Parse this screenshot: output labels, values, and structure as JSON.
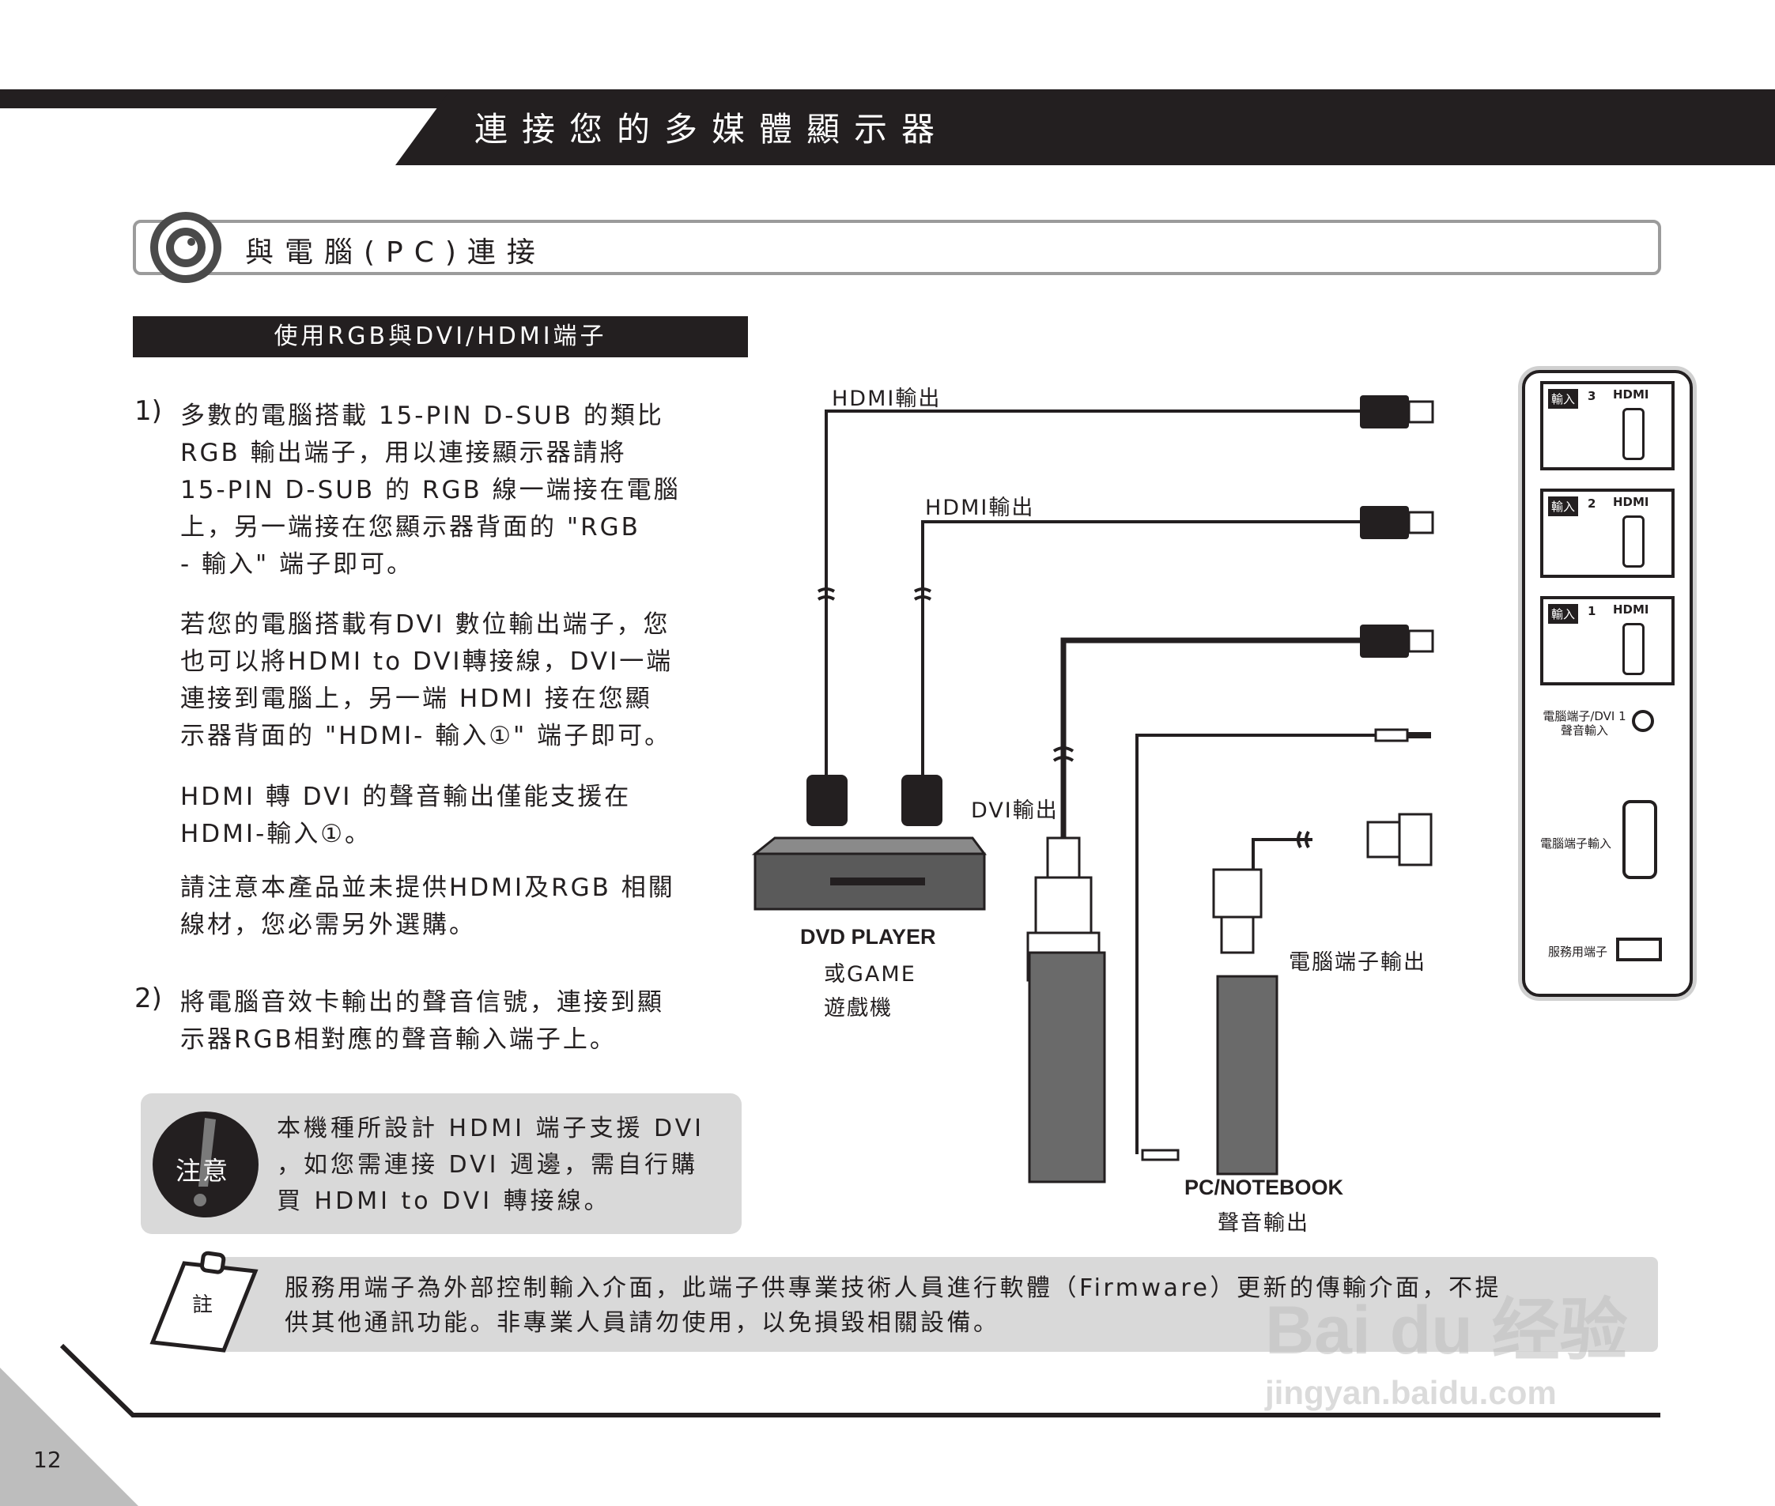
{
  "header": {
    "title": "連接您的多媒體顯示器"
  },
  "section": {
    "title": "與電腦(PC)連接"
  },
  "subheading": "使用RGB與DVI/HDMI端子",
  "instructions": {
    "step1_num": "1)",
    "step1_lines": [
      "多數的電腦搭載 15-PIN D-SUB 的類比",
      "RGB 輸出端子，用以連接顯示器請將",
      "15-PIN D-SUB 的 RGB 線一端接在電腦",
      "上，另一端接在您顯示器背面的 \"RGB",
      "- 輸入\" 端子即可。"
    ],
    "para2_lines": [
      "若您的電腦搭載有DVI 數位輸出端子，您",
      "也可以將HDMI to DVI轉接線，DVI一端",
      "連接到電腦上，另一端 HDMI 接在您顯",
      "示器背面的 \"HDMI- 輸入①\" 端子即可。"
    ],
    "para3_lines": [
      "HDMI 轉 DVI 的聲音輸出僅能支援在",
      "HDMI-輸入①。"
    ],
    "para4_lines": [
      "請注意本產品並未提供HDMI及RGB 相關",
      "線材，您必需另外選購。"
    ],
    "step2_num": "2)",
    "step2_lines": [
      "將電腦音效卡輸出的聲音信號，連接到顯",
      "示器RGB相對應的聲音輸入端子上。"
    ]
  },
  "notice": {
    "label": "注意",
    "lines": [
      "本機種所設計 HDMI 端子支援 DVI",
      "，如您需連接 DVI 週邊，需自行購",
      "買 HDMI to DVI 轉接線。"
    ]
  },
  "note": {
    "label": "註",
    "lines": [
      "服務用端子為外部控制輸入介面，此端子供專業技術人員進行軟體（Firmware）更新的傳輸介面，不提",
      "供其他通訊功能。非專業人員請勿使用，以免損毀相關設備。"
    ]
  },
  "diagram": {
    "hdmi_out_1": "HDMI輸出",
    "hdmi_out_2": "HDMI輸出",
    "dvi_out": "DVI輸出",
    "dvd_player": "DVD PLAYER",
    "or_game": "或GAME",
    "game_console": "遊戲機",
    "pc_terminal_out": "電腦端子輸出",
    "pc_notebook": "PC/NOTEBOOK",
    "audio_out": "聲音輸出"
  },
  "panel": {
    "input3": "輸入",
    "input3_num": "3",
    "input2": "輸入",
    "input2_num": "2",
    "input1": "輸入",
    "input1_num": "1",
    "hdmi_logo": "HDMI",
    "pc_dvi_audio_1": "電腦端子/DVI 1",
    "pc_dvi_audio_2": "聲音輸入",
    "pc_input": "電腦端子輸入",
    "service_port": "服務用端子"
  },
  "watermark": {
    "brand": "Bai du 经验",
    "url": "jingyan.baidu.com"
  },
  "page_number": "12",
  "colors": {
    "dark": "#231f20",
    "gray_box": "#d9d9d9",
    "frame": "#9b9b9b"
  }
}
